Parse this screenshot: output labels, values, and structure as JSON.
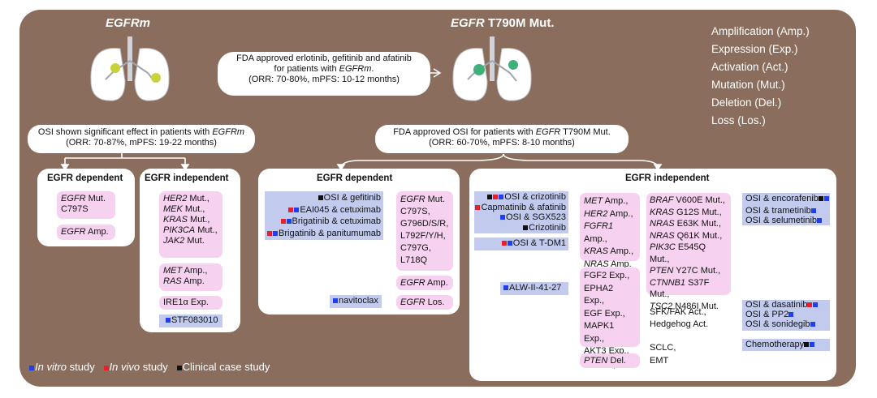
{
  "colors": {
    "panel": "#8a6d5c",
    "pink": "#f7d2f0",
    "blue": "#c2cbee",
    "in_vitro": "#1f3ff0",
    "in_vivo": "#e8202a",
    "clinical": "#111111"
  },
  "titles": {
    "left_italic": "EGFRm",
    "right_italic": "EGFR",
    "right_rest": " T790M Mut."
  },
  "arrow_box": {
    "line1": "FDA approved erlotinib, gefitinib and afatinib",
    "line2": "for patients with ",
    "line2_italic": "EGFRm",
    "line2_end": ".",
    "line3": "(ORR: 70-80%, mPFS: 10-12 months)"
  },
  "left_pill": {
    "line1": "OSI shown significant effect in patients with ",
    "line1_italic": "EGFRm",
    "line2": "(ORR: 70-87%, mPFS: 19-22 months)"
  },
  "right_pill": {
    "line1": "FDA approved OSI for patients with ",
    "line1_italic": "EGFR",
    "line1_end": " T790M Mut.",
    "line2": "(ORR: 60-70%, mPFS: 8-10 months)"
  },
  "abbreviations": [
    "Amplification (Amp.)",
    "Expression (Exp.)",
    "Activation (Act.)",
    "Mutation (Mut.)",
    "Deletion (Del.)",
    "Loss (Los.)"
  ],
  "legend": {
    "in_vitro": "In vitro",
    "in_vitro_rest": " study",
    "in_vivo": "In vivo",
    "in_vivo_rest": " study",
    "clinical": "Clinical case study"
  },
  "box1": {
    "header": "EGFR dependent",
    "g1_a": "EGFR",
    "g1_a_rest": " Mut.",
    "g1_b": "C797S",
    "g2": "EGFR",
    "g2_rest": " Amp."
  },
  "box2": {
    "header": "EGFR  independent",
    "list1": [
      [
        "HER2",
        " Mut.,"
      ],
      [
        "MEK",
        " Mut.,"
      ],
      [
        "KRAS",
        " Mut.,"
      ],
      [
        "PIK3CA",
        " Mut.,"
      ],
      [
        "JAK2",
        " Mut."
      ]
    ],
    "list2": [
      [
        "MET",
        " Amp.,"
      ],
      [
        "RAS",
        " Amp."
      ]
    ],
    "ire": "IRE1α Exp.",
    "stf": "STF083010"
  },
  "box3": {
    "header": "EGFR dependent",
    "drugs": [
      "OSI & gefitinib",
      "EAI045 & cetuximab",
      "Brigatinib & cetuximab",
      "Brigatinib & panitumumab"
    ],
    "mut_lines": [
      "EGFR Mut.",
      "C797S,",
      "G796D/S/R,",
      "L792F/Y/H,",
      "C797G,",
      "L718Q"
    ],
    "amp": "EGFR Amp.",
    "navitoclax": "navitoclax",
    "los": "EGFR Los."
  },
  "box4": {
    "header": "EGFR independent",
    "drugsA": [
      "OSI & crizotinib",
      "Capmatinib & afatinib",
      "OSI & SGX523",
      "Crizotinib"
    ],
    "drugB": "OSI & T-DM1",
    "genes": [
      [
        "MET",
        " Amp.,"
      ],
      [
        "HER2",
        " Amp.,"
      ],
      [
        "FGFR1",
        " Amp.,"
      ],
      [
        "KRAS",
        " Amp.,"
      ],
      [
        "NRAS",
        " Amp."
      ]
    ],
    "alw": "ALW-II-41-27",
    "exp_list": [
      "FGF2 Exp.,",
      "EPHA2 Exp.,",
      "EGF Exp.,",
      "MAPK1 Exp.,",
      "AKT3 Exp.,",
      "AXL Exp."
    ],
    "pten_del": [
      "PTEN",
      " Del."
    ],
    "muts": [
      [
        "BRAF",
        " V600E Mut.,"
      ],
      [
        "KRAS",
        " G12S Mut.,"
      ],
      [
        "NRAS",
        " E63K Mut.,"
      ],
      [
        "NRAS",
        " Q61K Mut.,"
      ],
      [
        "PIK3C",
        " E545Q Mut.,"
      ],
      [
        "PTEN",
        " Y27C Mut.,"
      ],
      [
        "CTNNB1",
        " S37F Mut.,"
      ],
      [
        "TSC2",
        " N486I Mut."
      ]
    ],
    "osi_rows": [
      "OSI & encorafenib",
      "OSI & trametinib",
      "OSI & selumetinib"
    ],
    "sfk": "SFK/FAK Act.,",
    "hedgehog": "Hedgehog Act.",
    "sfk_drugs": [
      "OSI & dasatinib",
      "OSI & PP2",
      "OSI & sonidegib"
    ],
    "sclc": "SCLC,",
    "emt": "EMT",
    "chemo": "Chemotherapy"
  }
}
